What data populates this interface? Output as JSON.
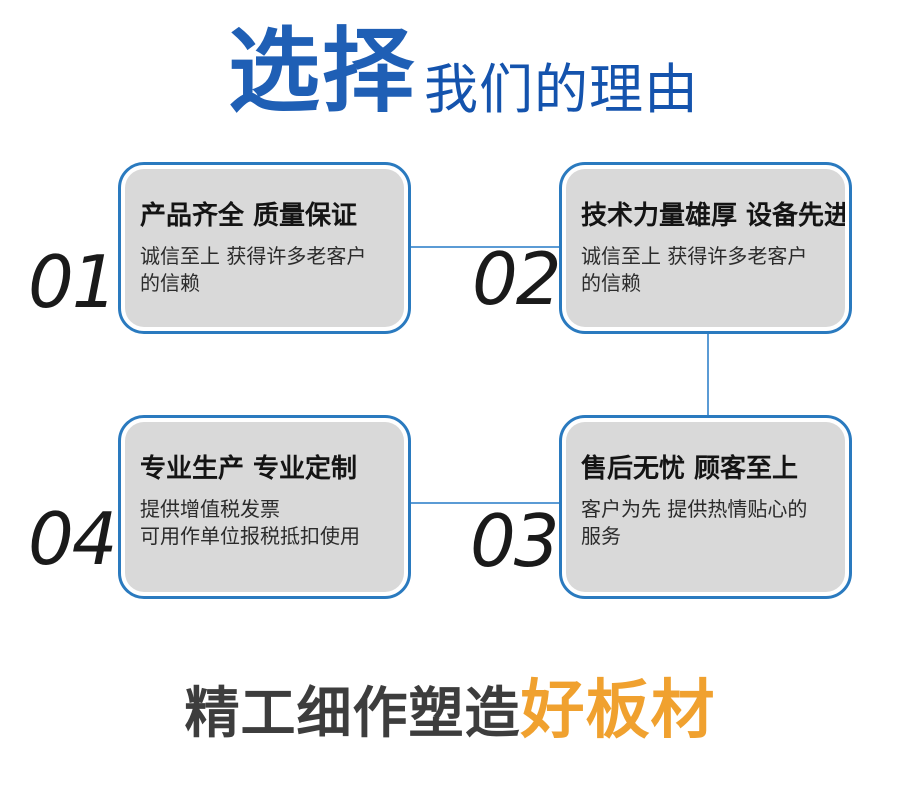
{
  "header": {
    "title_main": "选择",
    "title_sub": "我们的理由"
  },
  "cards": [
    {
      "number": "01",
      "title": "产品齐全 质量保证",
      "body": "诚信至上 获得许多老客户\n的信赖"
    },
    {
      "number": "02",
      "title": "技术力量雄厚 设备先进",
      "body": "诚信至上 获得许多老客户\n的信赖"
    },
    {
      "number": "03",
      "title": "售后无忧 顾客至上",
      "body": "客户为先 提供热情贴心的\n服务"
    },
    {
      "number": "04",
      "title": "专业生产 专业定制",
      "body": "提供增值税发票\n可用作单位报税抵扣使用"
    }
  ],
  "tagline": {
    "prefix": "精工细作塑造",
    "highlight": "好板材"
  },
  "colors": {
    "title_blue": "#1f5fb5",
    "subtitle_blue": "#1453ad",
    "card_border_blue": "#2a7abf",
    "connector_blue": "#5b9bd5",
    "card_fill_gray": "#d9d9d9",
    "tagline_gray": "#3d3d3d",
    "tagline_orange": "#f0a12f"
  }
}
